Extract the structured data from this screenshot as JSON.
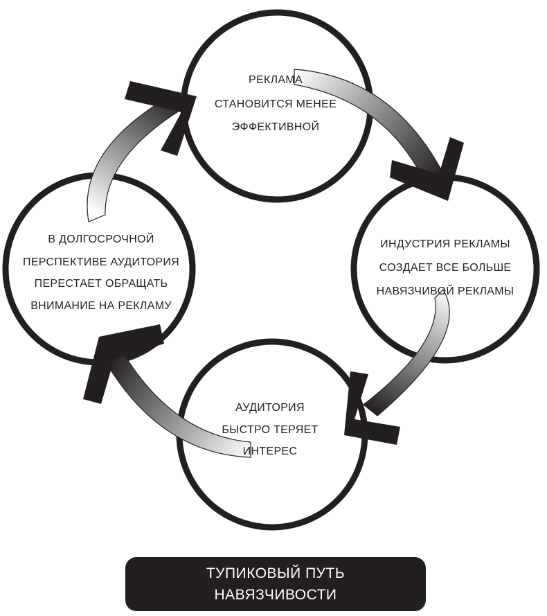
{
  "diagram": {
    "nodes": {
      "top": [
        "РЕКЛАМА",
        "СТАНОВИТСЯ МЕНЕЕ",
        "ЭФФЕКТИВНОЙ"
      ],
      "right": [
        "ИНДУСТРИЯ РЕКЛАМЫ",
        "СОЗДАЕТ ВСЕ БОЛЬШЕ",
        "НАВЯЗЧИВОЙ РЕКЛАМЫ"
      ],
      "bottom": [
        "АУДИТОРИЯ",
        "БЫСТРО ТЕРЯЕТ",
        "ИНТЕРЕС"
      ],
      "left": [
        "В ДОЛГОСРОЧНОЙ",
        "ПЕРСПЕКТИВЕ АУДИТОРИЯ",
        "ПЕРЕСТАЕТ ОБРАЩАТЬ",
        "ВНИМАНИЕ НА РЕКЛАМУ"
      ]
    },
    "caption": {
      "line1": "ТУПИКОВЫЙ ПУТЬ",
      "line2": "НАВЯЗЧИВОСТИ"
    },
    "colors": {
      "ink": "#231f20",
      "background": "#ffffff"
    }
  }
}
